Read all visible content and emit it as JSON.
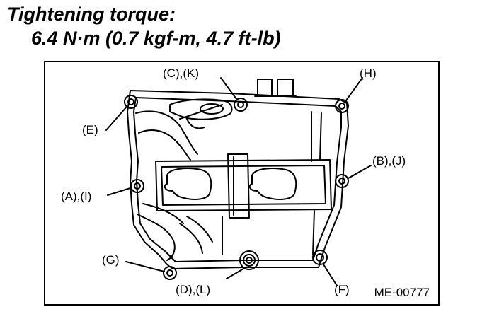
{
  "heading": {
    "title": "Tightening torque:",
    "torque": "6.4 N·m (0.7 kgf-m, 4.7 ft-lb)"
  },
  "diagram": {
    "bolt_labels": {
      "ck": "(C),(K)",
      "h": "(H)",
      "e": "(E)",
      "bj": "(B),(J)",
      "ai": "(A),(I)",
      "g": "(G)",
      "dl": "(D),(L)",
      "f": "(F)"
    },
    "figure_code": "ME-00777"
  }
}
